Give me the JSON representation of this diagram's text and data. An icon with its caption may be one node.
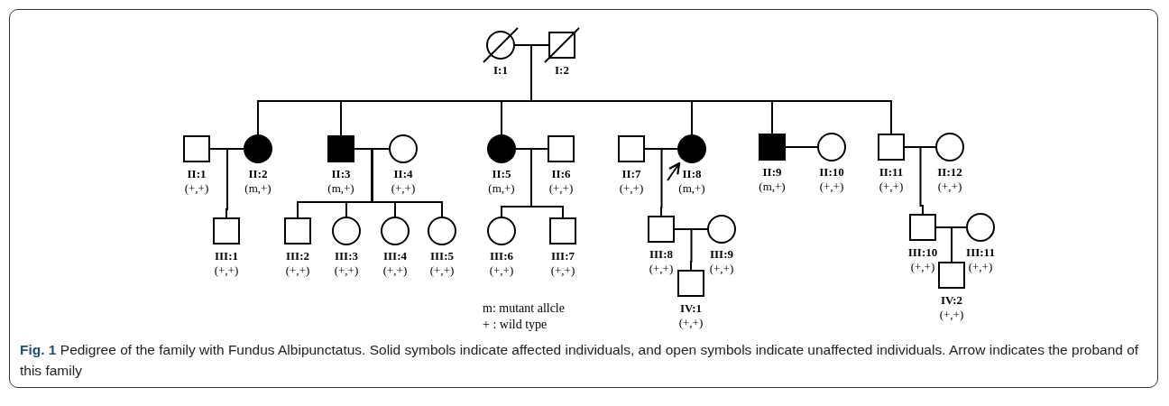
{
  "diagram": {
    "caption": "**Fig. 1** Pedigree of the family with Fundus Albipunctatus. Solid symbols indicate affected individuals, and open symbols indicate unaffected individuals. Arrow indicates the proband of this family",
    "nodes": [
      {
        "text": [
          "I:1"
        ]
      },
      {
        "text": [
          "I:2"
        ]
      },
      {
        "text": [
          "II:1",
          "(+,+)"
        ]
      },
      {
        "text": [
          "II:2",
          "(m,+)"
        ]
      },
      {
        "text": [
          "II:3",
          "(m,+)"
        ]
      },
      {
        "text": [
          "II:4",
          "(+,+)"
        ]
      },
      {
        "text": [
          "II:5",
          "(m,+)"
        ]
      },
      {
        "text": [
          "II:6",
          "(+,+)"
        ]
      },
      {
        "text": [
          "II:7",
          "(+,+)"
        ]
      },
      {
        "text": [
          "II:8",
          "(m,+)"
        ]
      },
      {
        "text": [
          "II:9",
          "(m,+)"
        ]
      },
      {
        "text": [
          "II:10",
          "(+,+)"
        ]
      },
      {
        "text": [
          "II:11",
          "(+,+)"
        ]
      },
      {
        "text": [
          "II:12",
          "(+,+)"
        ]
      },
      {
        "text": [
          "III:1",
          "(+,+)"
        ]
      },
      {
        "text": [
          "III:2",
          "(+,+)"
        ]
      },
      {
        "text": [
          "III:3",
          "(+,+)"
        ]
      },
      {
        "text": [
          "III:4",
          "(+,+)"
        ]
      },
      {
        "text": [
          "III:5",
          "(+,+)"
        ]
      },
      {
        "text": [
          "III:6",
          "(+,+)"
        ]
      },
      {
        "text": [
          "III:7",
          "(+,+)"
        ]
      },
      {
        "text": [
          "III:8",
          "(+,+)"
        ]
      },
      {
        "text": [
          "III:9",
          "(+,+)"
        ]
      },
      {
        "text": [
          "III:10",
          "(+,+)"
        ]
      },
      {
        "text": [
          "III:11",
          "(+,+)"
        ]
      },
      {
        "text": [
          "IV:1",
          "(+,+)"
        ]
      },
      {
        "text": [
          "IV:2",
          "(+,+)"
        ]
      }
    ],
    "edges": [
      {
        "from": 0,
        "to": 1,
        "arrow": "none"
      },
      {
        "from": 0,
        "to": 3,
        "arrow": "none"
      },
      {
        "from": 0,
        "to": 4,
        "arrow": "none"
      },
      {
        "from": 0,
        "to": 6,
        "arrow": "none"
      },
      {
        "from": 0,
        "to": 9,
        "arrow": "none"
      },
      {
        "from": 0,
        "to": 10,
        "arrow": "none"
      },
      {
        "from": 0,
        "to": 12,
        "arrow": "none"
      },
      {
        "from": 1,
        "to": 3,
        "arrow": "none"
      },
      {
        "from": 1,
        "to": 4,
        "arrow": "none"
      },
      {
        "from": 1,
        "to": 6,
        "arrow": "none"
      },
      {
        "from": 1,
        "to": 9,
        "arrow": "none"
      },
      {
        "from": 1,
        "to": 10,
        "arrow": "none"
      },
      {
        "from": 1,
        "to": 12,
        "arrow": "none"
      },
      {
        "from": 2,
        "to": 3,
        "arrow": "none"
      },
      {
        "from": 2,
        "to": 14,
        "arrow": "none"
      },
      {
        "from": 3,
        "to": 14,
        "arrow": "none"
      },
      {
        "from": 4,
        "to": 5,
        "arrow": "none"
      },
      {
        "from": 4,
        "to": 15,
        "arrow": "none"
      },
      {
        "from": 4,
        "to": 16,
        "arrow": "none"
      },
      {
        "from": 4,
        "to": 17,
        "arrow": "none"
      },
      {
        "from": 4,
        "to": 18,
        "arrow": "none"
      },
      {
        "from": 5,
        "to": 15,
        "arrow": "none"
      },
      {
        "from": 5,
        "to": 16,
        "arrow": "none"
      },
      {
        "from": 5,
        "to": 17,
        "arrow": "none"
      },
      {
        "from": 5,
        "to": 18,
        "arrow": "none"
      },
      {
        "from": 6,
        "to": 7,
        "arrow": "none"
      },
      {
        "from": 6,
        "to": 19,
        "arrow": "none"
      },
      {
        "from": 6,
        "to": 20,
        "arrow": "none"
      },
      {
        "from": 7,
        "to": 19,
        "arrow": "none"
      },
      {
        "from": 7,
        "to": 20,
        "arrow": "none"
      },
      {
        "from": 8,
        "to": 9,
        "arrow": "none"
      },
      {
        "from": 8,
        "to": 21,
        "arrow": "none"
      },
      {
        "from": 9,
        "to": 21,
        "arrow": "none"
      },
      {
        "from": null,
        "to": 9,
        "arrow": "to"
      },
      {
        "from": 10,
        "to": 11,
        "arrow": "none"
      },
      {
        "from": 12,
        "to": 13,
        "arrow": "none"
      },
      {
        "from": 12,
        "to": 23,
        "arrow": "none"
      },
      {
        "from": 13,
        "to": 23,
        "arrow": "none"
      },
      {
        "from": 21,
        "to": 22,
        "arrow": "none"
      },
      {
        "from": 21,
        "to": 25,
        "arrow": "none"
      },
      {
        "from": 22,
        "to": 25,
        "arrow": "none"
      },
      {
        "from": 23,
        "to": 24,
        "arrow": "none"
      },
      {
        "from": 23,
        "to": 26,
        "arrow": "none"
      },
      {
        "from": 24,
        "to": 26,
        "arrow": "none"
      }
    ],
    "labels": [
      "m: mutant allcle",
      "+ : wild type"
    ]
  }
}
